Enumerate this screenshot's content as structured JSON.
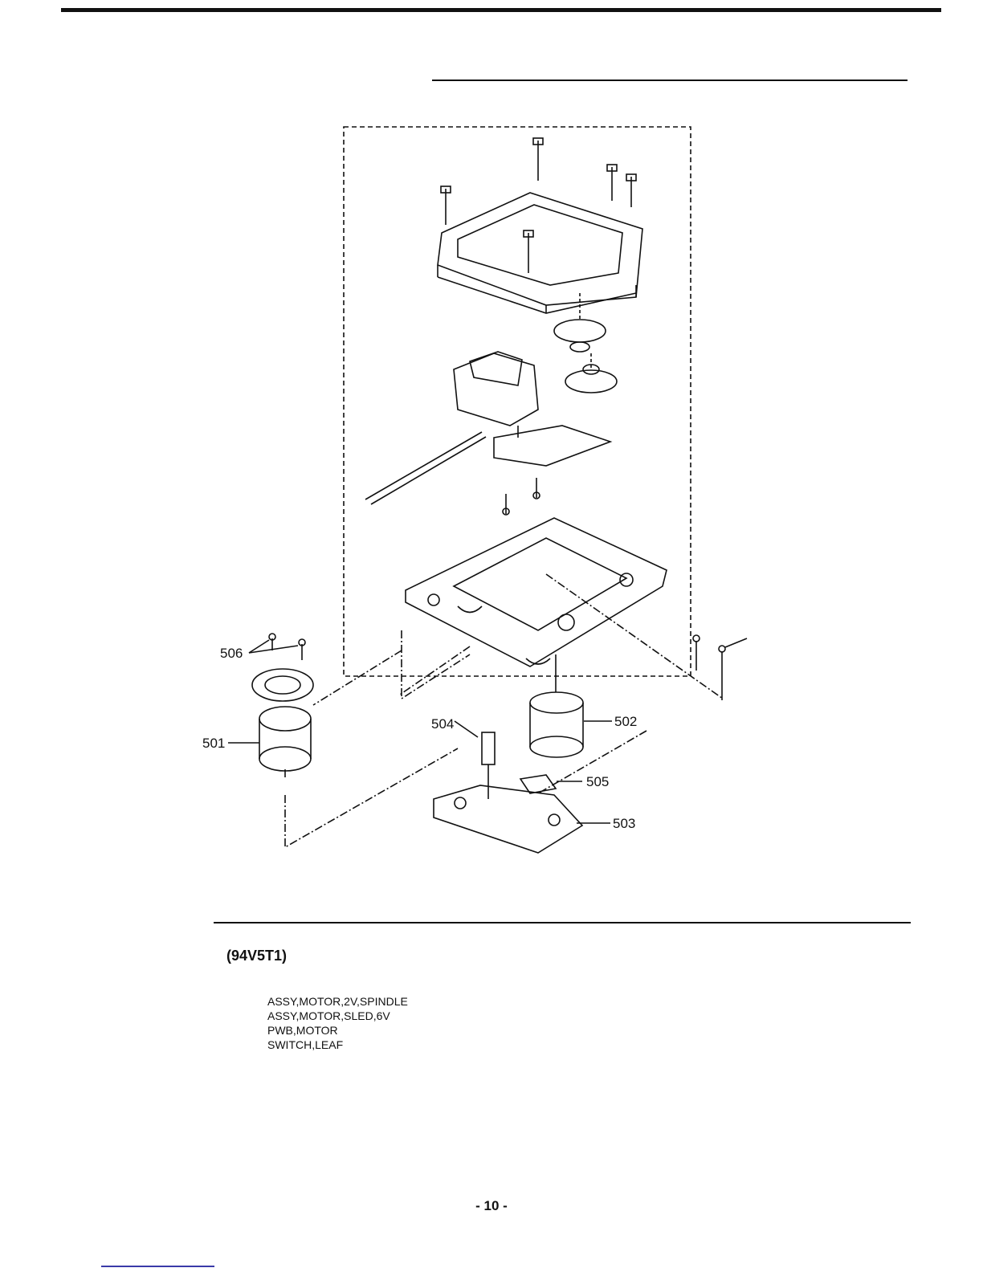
{
  "document": {
    "model": "(94V5T1)",
    "page_number": "- 10 -"
  },
  "diagram": {
    "callouts": {
      "c501": "501",
      "c502": "502",
      "c503": "503",
      "c504": "504",
      "c505": "505",
      "c506": "506"
    }
  },
  "parts_list": [
    "ASSY,MOTOR,2V,SPINDLE",
    "ASSY,MOTOR,SLED,6V",
    "PWB,MOTOR",
    "SWITCH,LEAF"
  ]
}
